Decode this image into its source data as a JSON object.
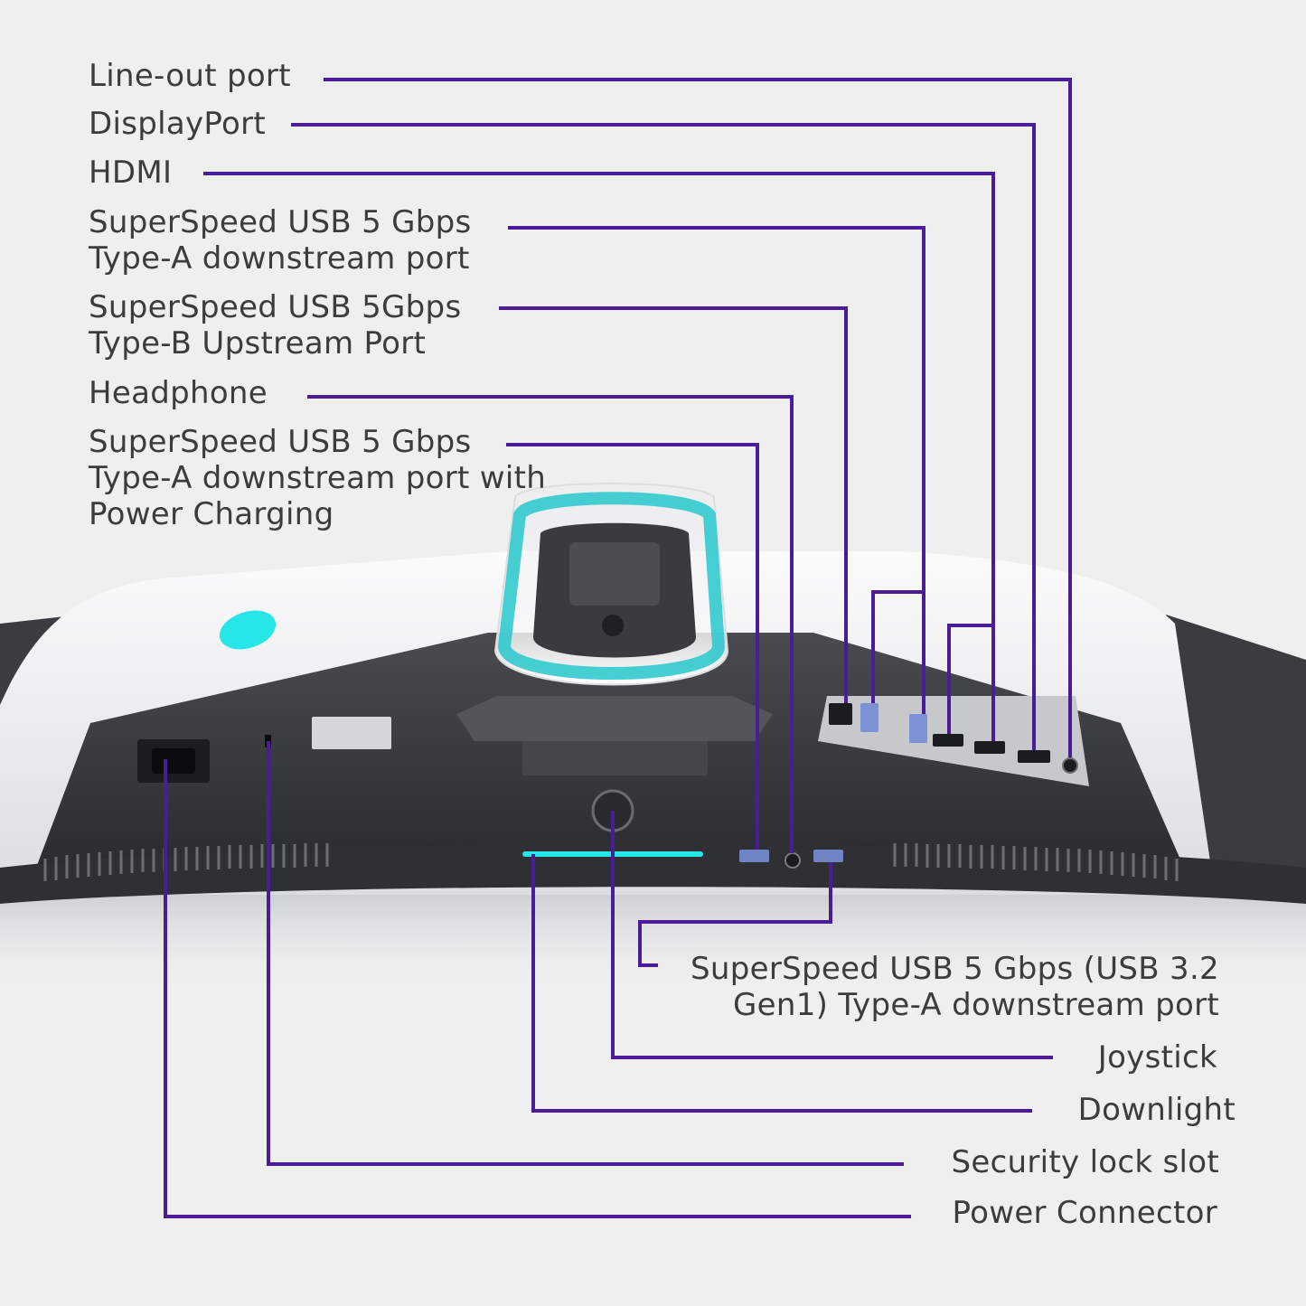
{
  "colors": {
    "background": "#efeff0",
    "leader_line": "#4b1c95",
    "accent_glow": "#27e6e8",
    "monitor_shell": "#f6f6f7",
    "monitor_dark": "#3a3b3e",
    "label_text": "#3c3c3c"
  },
  "callouts_top": [
    {
      "id": "line-out-port",
      "lines": [
        "Line-out port"
      ]
    },
    {
      "id": "displayport",
      "lines": [
        "DisplayPort"
      ]
    },
    {
      "id": "hdmi",
      "lines": [
        "HDMI"
      ]
    },
    {
      "id": "usb-a-downstream",
      "lines": [
        "SuperSpeed USB 5 Gbps",
        "Type-A downstream port"
      ]
    },
    {
      "id": "usb-b-upstream",
      "lines": [
        "SuperSpeed USB 5Gbps",
        "Type-B Upstream Port"
      ]
    },
    {
      "id": "headphone",
      "lines": [
        "Headphone"
      ]
    },
    {
      "id": "usb-a-charging",
      "lines": [
        "SuperSpeed USB 5 Gbps",
        "Type-A downstream port with",
        "Power Charging"
      ]
    }
  ],
  "callouts_bottom": [
    {
      "id": "usb-a-gen1",
      "lines": [
        "SuperSpeed USB 5 Gbps (USB 3.2",
        "Gen1) Type-A downstream port"
      ]
    },
    {
      "id": "joystick",
      "lines": [
        "Joystick"
      ]
    },
    {
      "id": "downlight",
      "lines": [
        "Downlight"
      ]
    },
    {
      "id": "security-lock-slot",
      "lines": [
        "Security lock slot"
      ]
    },
    {
      "id": "power-connector",
      "lines": [
        "Power Connector"
      ]
    }
  ]
}
